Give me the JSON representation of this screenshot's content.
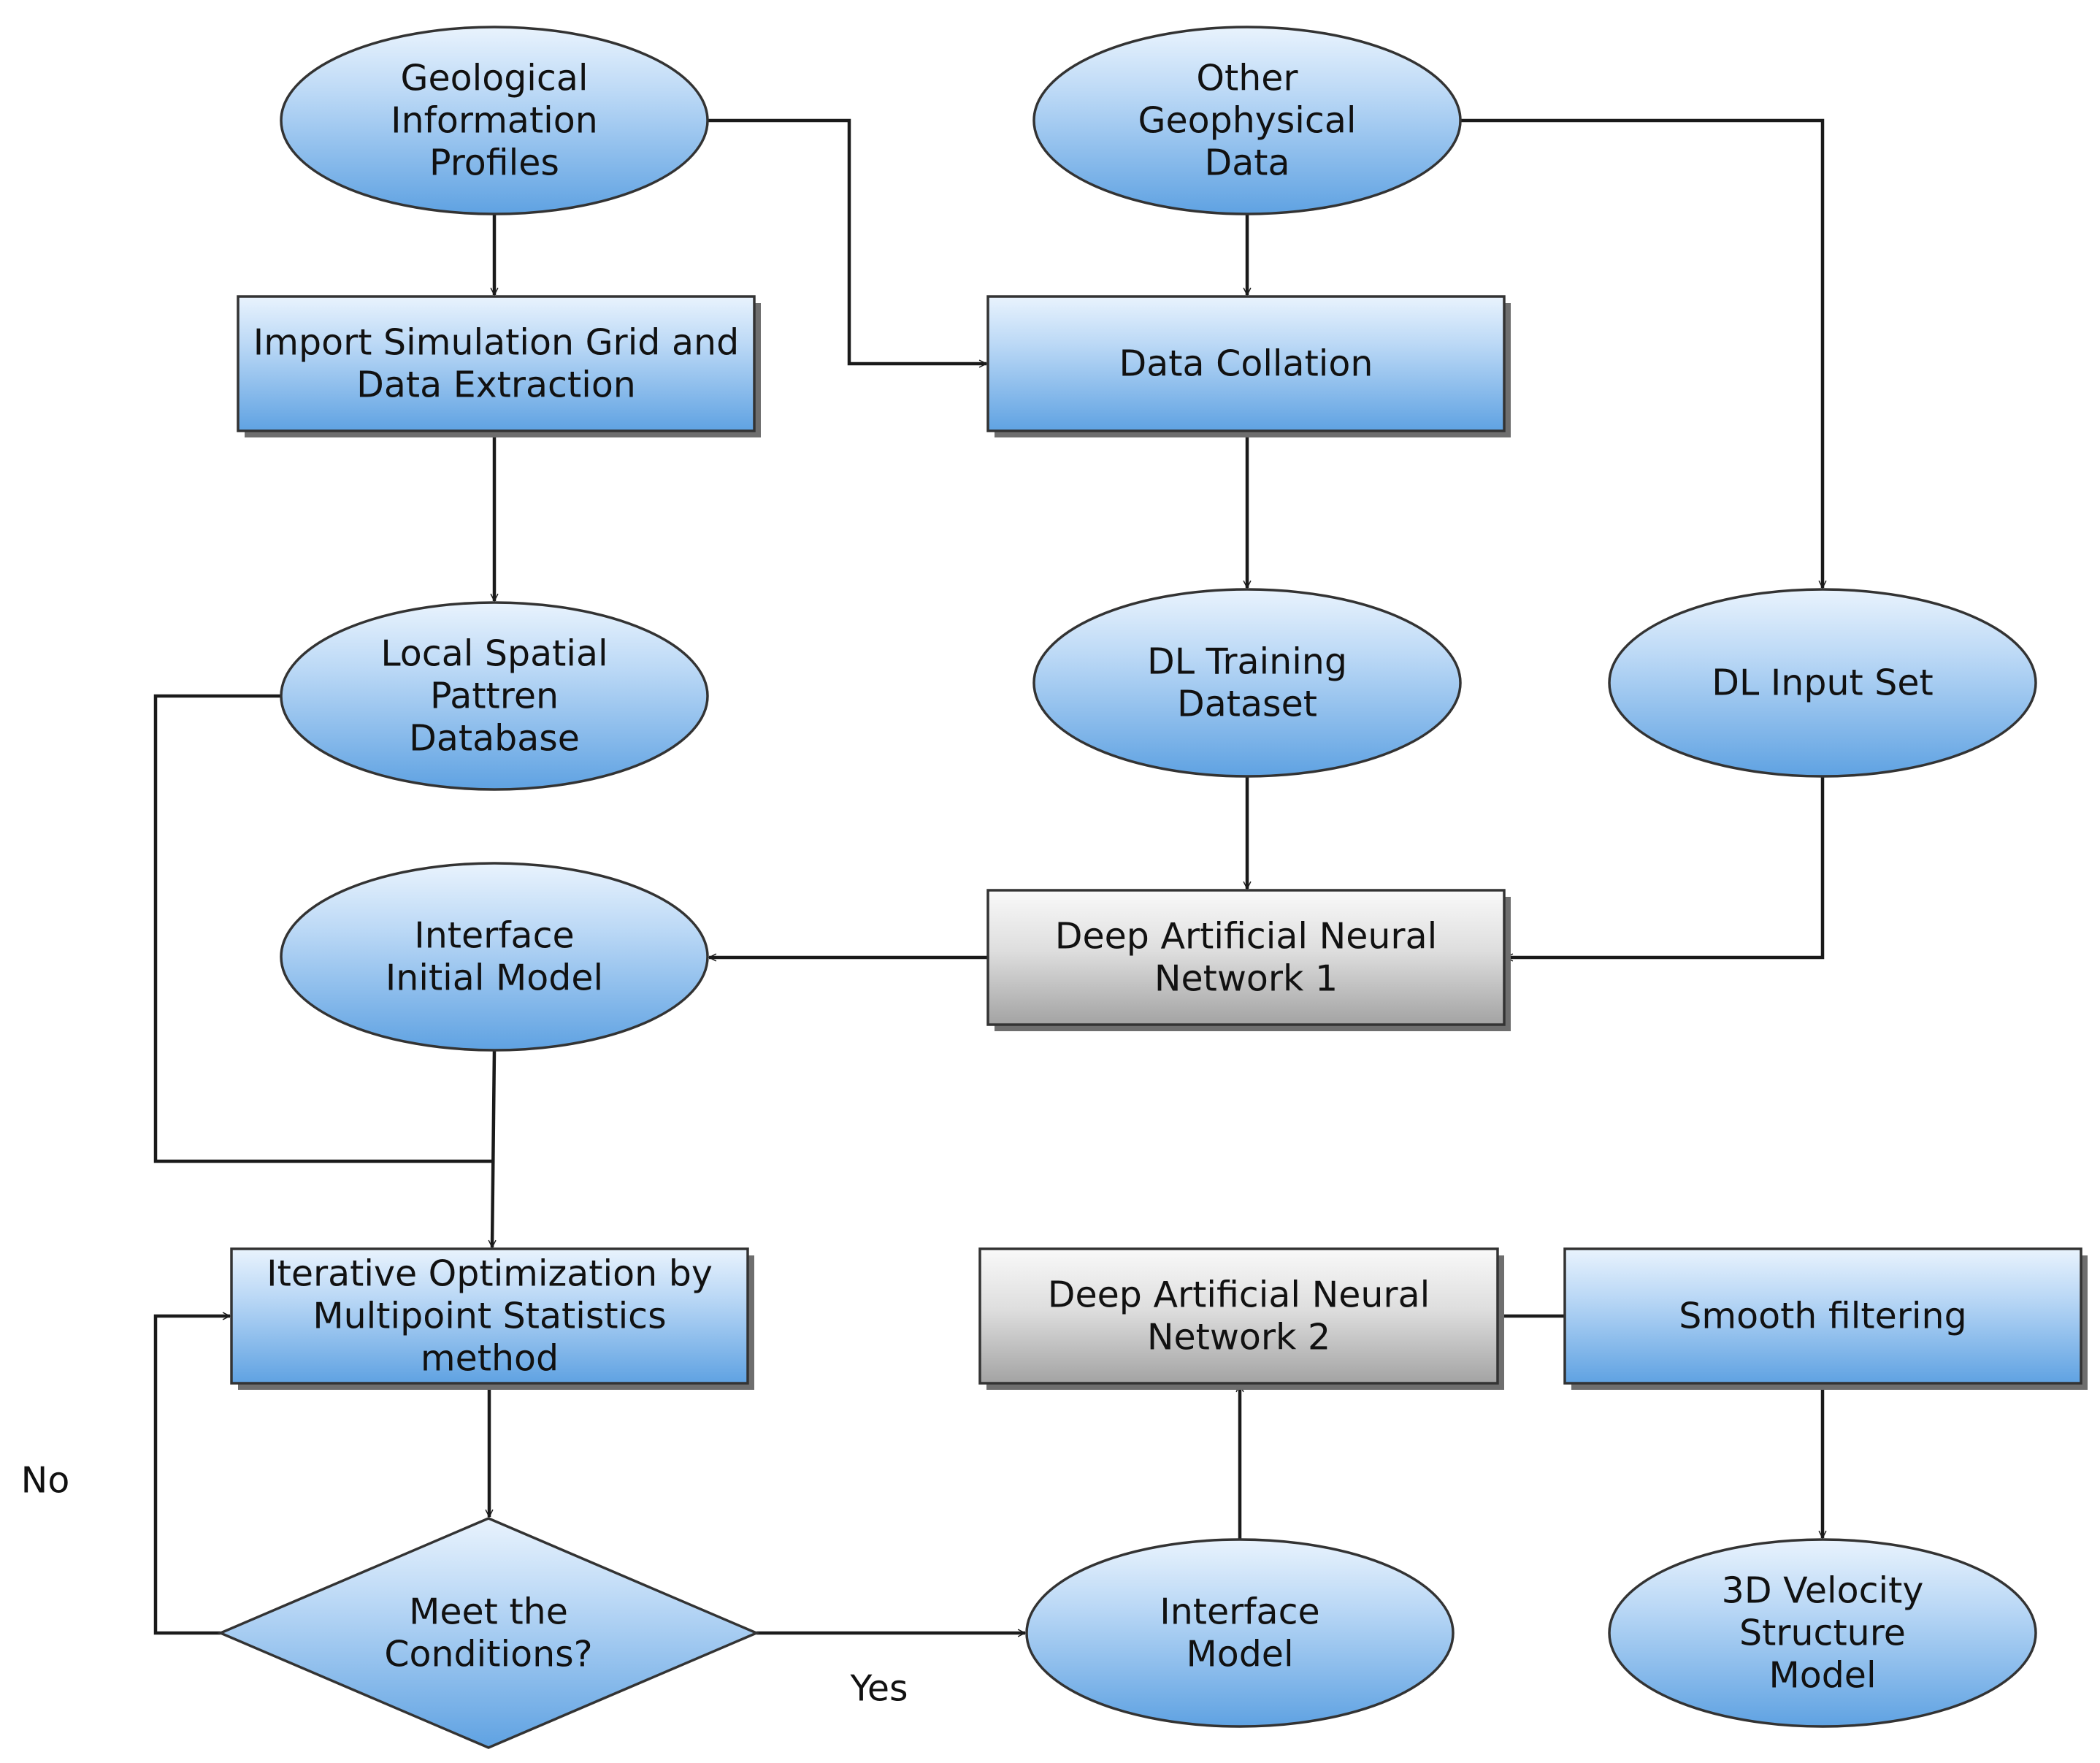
{
  "nodes": {
    "geological_profiles": {
      "lines": [
        "Geological",
        "Information",
        "Profiles"
      ],
      "shape": "ellipse",
      "fill": "blue"
    },
    "other_geophysical": {
      "lines": [
        "Other",
        "Geophysical",
        "Data"
      ],
      "shape": "ellipse",
      "fill": "blue"
    },
    "import_grid": {
      "lines": [
        "Import Simulation Grid and",
        "Data Extraction"
      ],
      "shape": "rect",
      "fill": "blue"
    },
    "data_collation": {
      "lines": [
        "Data Collation"
      ],
      "shape": "rect",
      "fill": "blue"
    },
    "local_spatial_db": {
      "lines": [
        "Local Spatial",
        "Pattren",
        "Database"
      ],
      "shape": "ellipse",
      "fill": "blue"
    },
    "dl_training": {
      "lines": [
        "DL Training",
        "Dataset"
      ],
      "shape": "ellipse",
      "fill": "blue"
    },
    "dl_input": {
      "lines": [
        "DL Input Set"
      ],
      "shape": "ellipse",
      "fill": "blue"
    },
    "interface_initial": {
      "lines": [
        "Interface",
        "Initial Model"
      ],
      "shape": "ellipse",
      "fill": "blue"
    },
    "dann1": {
      "lines": [
        "Deep Artificial Neural",
        "Network 1"
      ],
      "shape": "rect",
      "fill": "gray"
    },
    "iterative_opt": {
      "lines": [
        "Iterative Optimization by",
        "Multipoint Statistics",
        "method"
      ],
      "shape": "rect",
      "fill": "blue"
    },
    "dann2": {
      "lines": [
        "Deep Artificial Neural",
        "Network 2"
      ],
      "shape": "rect",
      "fill": "gray"
    },
    "smooth_filter": {
      "lines": [
        "Smooth filtering"
      ],
      "shape": "rect",
      "fill": "blue"
    },
    "meet_conditions": {
      "lines": [
        "Meet the",
        "Conditions?"
      ],
      "shape": "diamond",
      "fill": "blue"
    },
    "interface_model": {
      "lines": [
        "Interface",
        "Model"
      ],
      "shape": "ellipse",
      "fill": "blue"
    },
    "velocity_model": {
      "lines": [
        "3D Velocity",
        "Structure",
        "Model"
      ],
      "shape": "ellipse",
      "fill": "blue"
    }
  },
  "edges": [
    {
      "from": "geological_profiles",
      "to": "import_grid"
    },
    {
      "from": "geological_profiles",
      "to": "data_collation"
    },
    {
      "from": "other_geophysical",
      "to": "data_collation"
    },
    {
      "from": "other_geophysical",
      "to": "dl_input"
    },
    {
      "from": "import_grid",
      "to": "local_spatial_db"
    },
    {
      "from": "data_collation",
      "to": "dl_training"
    },
    {
      "from": "dl_training",
      "to": "dann1"
    },
    {
      "from": "dl_input",
      "to": "dann1"
    },
    {
      "from": "dann1",
      "to": "interface_initial"
    },
    {
      "from": "interface_initial",
      "to": "iterative_opt"
    },
    {
      "from": "local_spatial_db",
      "to": "iterative_opt"
    },
    {
      "from": "iterative_opt",
      "to": "meet_conditions"
    },
    {
      "from": "meet_conditions",
      "to": "iterative_opt",
      "label": "No"
    },
    {
      "from": "meet_conditions",
      "to": "interface_model",
      "label": "Yes"
    },
    {
      "from": "interface_model",
      "to": "dann2"
    },
    {
      "from": "dann2",
      "to": "smooth_filter"
    },
    {
      "from": "smooth_filter",
      "to": "velocity_model"
    }
  ],
  "labels": {
    "no": "No",
    "yes": "Yes"
  },
  "colors": {
    "blue_top": "#e9f3fd",
    "blue_bottom": "#5fa2e2",
    "gray_top": "#f9f9f9",
    "gray_bottom": "#a3a3a3",
    "stroke": "#1a1a1a",
    "shadow": "#6e6e6e"
  }
}
